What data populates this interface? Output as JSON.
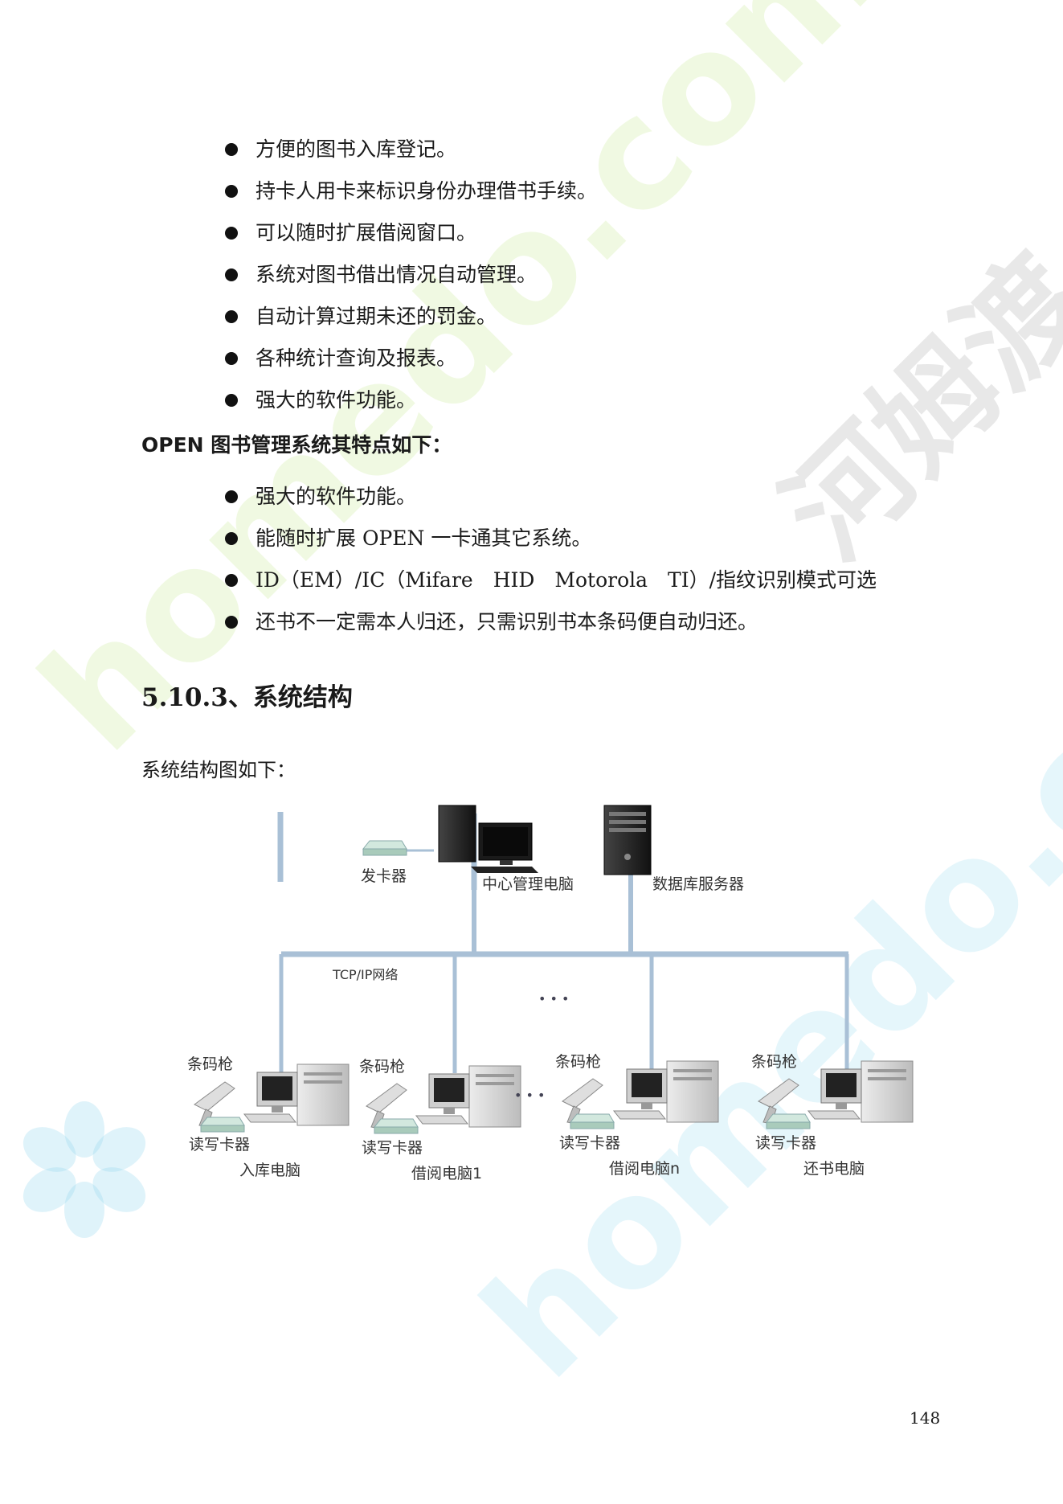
{
  "list1": [
    "方便的图书入库登记。",
    "持卡人用卡来标识身份办理借书手续。",
    "可以随时扩展借阅窗口。",
    "系统对图书借出情况自动管理。",
    "自动计算过期未还的罚金。",
    "各种统计查询及报表。",
    "强大的软件功能。"
  ],
  "subheading": "OPEN 图书管理系统其特点如下：",
  "list2": [
    "强大的软件功能。",
    "能随时扩展 OPEN 一卡通其它系统。",
    "ID（EM）/IC（Mifare　HID　Motorola　TI）/指纹识别模式可选",
    "还书不一定需本人归还，只需识别书本条码便自动归还。"
  ],
  "section_title": "5.10.3、系统结构",
  "intro": "系统结构图如下：",
  "diagram": {
    "card_issuer": "发卡器",
    "central_pc": "中心管理电脑",
    "db_server": "数据库服务器",
    "network": "TCP/IP网络",
    "barcode_gun": "条码枪",
    "card_reader": "读写卡器",
    "stations": [
      "入库电脑",
      "借阅电脑1",
      "借阅电脑n",
      "还书电脑"
    ],
    "ellipsis": "• • •"
  },
  "watermarks": {
    "a": "homedo.com",
    "b": "homedo.com",
    "c": "河姆渡"
  },
  "page_number": "148"
}
